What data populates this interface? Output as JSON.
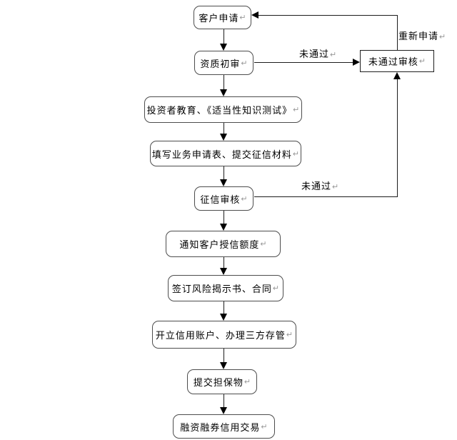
{
  "return_mark": "↵",
  "colors": {
    "background": "#ffffff",
    "line": "#1c1c1c",
    "node_border": "#4d4d4d",
    "text": "#000000",
    "return_mark": "#999999"
  },
  "nodes": [
    {
      "id": "customer-apply",
      "label": "客户申请",
      "shape": "rounded"
    },
    {
      "id": "qualification-review",
      "label": "资质初审",
      "shape": "rounded"
    },
    {
      "id": "failed-review",
      "label": "未通过审核",
      "shape": "rectangle"
    },
    {
      "id": "investor-education",
      "label": "投资者教育、《适当性知识测试》",
      "shape": "rounded"
    },
    {
      "id": "fill-application",
      "label": "填写业务申请表、提交征信材料",
      "shape": "rounded"
    },
    {
      "id": "credit-review",
      "label": "征信审核",
      "shape": "rounded"
    },
    {
      "id": "notify-credit-limit",
      "label": "通知客户授信额度",
      "shape": "rounded"
    },
    {
      "id": "sign-contract",
      "label": "签订风险揭示书、合同",
      "shape": "rounded"
    },
    {
      "id": "open-account",
      "label": "开立信用账户、办理三方存管",
      "shape": "rounded"
    },
    {
      "id": "submit-collateral",
      "label": "提交担保物",
      "shape": "rounded"
    },
    {
      "id": "margin-trading",
      "label": "融资融券信用交易",
      "shape": "rounded"
    }
  ],
  "edge_labels": [
    {
      "id": "not-passed-top",
      "label": "未通过"
    },
    {
      "id": "reapply",
      "label": "重新申请"
    },
    {
      "id": "not-passed-bottom",
      "label": "未通过"
    }
  ],
  "edges": [
    {
      "from": "客户申请",
      "to": "资质初审"
    },
    {
      "from": "资质初审",
      "to": "投资者教育、《适当性知识测试》"
    },
    {
      "from": "资质初审",
      "to": "未通过审核",
      "label": "未通过"
    },
    {
      "from": "投资者教育、《适当性知识测试》",
      "to": "填写业务申请表、提交征信材料"
    },
    {
      "from": "填写业务申请表、提交征信材料",
      "to": "征信审核"
    },
    {
      "from": "征信审核",
      "to": "通知客户授信额度"
    },
    {
      "from": "征信审核",
      "to": "未通过审核",
      "label": "未通过"
    },
    {
      "from": "未通过审核",
      "to": "客户申请",
      "label": "重新申请"
    },
    {
      "from": "通知客户授信额度",
      "to": "签订风险揭示书、合同"
    },
    {
      "from": "签订风险揭示书、合同",
      "to": "开立信用账户、办理三方存管"
    },
    {
      "from": "开立信用账户、办理三方存管",
      "to": "提交担保物"
    },
    {
      "from": "提交担保物",
      "to": "融资融券信用交易"
    }
  ]
}
